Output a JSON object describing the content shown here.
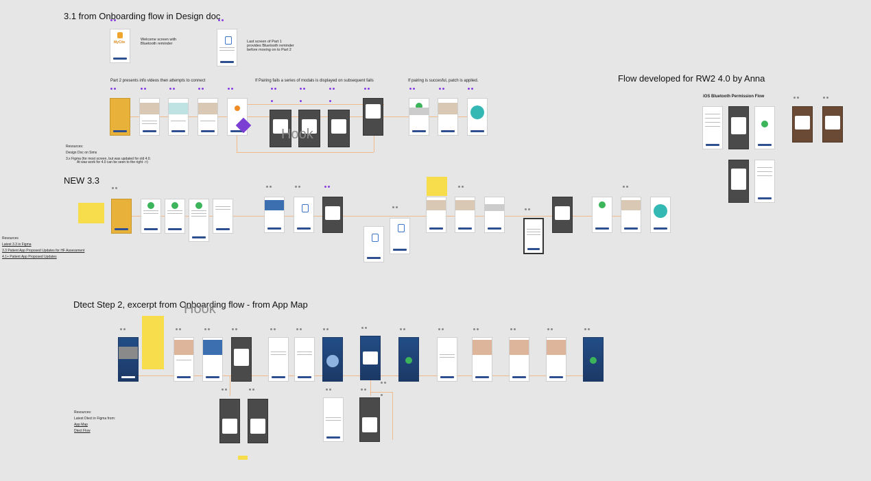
{
  "sections": {
    "s31_title": "3.1 from Onboarding flow in Design doc",
    "rw2_title": "Flow developed for RW2 4.0 by Anna",
    "new33_title": "NEW 3.3",
    "dtect_title": "Dtect Step 2, excerpt from Onboarding flow - from App Map"
  },
  "captions": {
    "welcome": "Welcome screen with\nBluetooth reminder",
    "last_screen": "Last screen of Part 1\nprovides Bluetooth reminder\nbefore moving on to Part 2",
    "part2": "Part 2 presents info videos then attempts to connect",
    "pairing_fail": "If Pairing fails a series of modals is displayed on subsequent fails",
    "pairing_success": "If pairing is succesful, patch is applied.",
    "ios_bt": "iOS Bluetooth Permission Flow"
  },
  "resources_31": {
    "heading": "Resources:",
    "line1": "Design Doc on Sims",
    "line2": "3.x Figma (for most screen, but was updated for old 4.0.",
    "line3": "At was work for 4.0 can be seen to the right ->)"
  },
  "resources_left": {
    "heading": "Resources",
    "link1": "Latest 3.3 in Figma",
    "link2": "3.3 Patient App Proposed Updates for HF Assessment",
    "link3": "4.1+ Patient App Proposed Updates"
  },
  "resources_dtect": {
    "heading": "Resources:",
    "line1": "Latest Dtect in Figma from:",
    "link1": "App Map",
    "link2": "Dtect Flow"
  },
  "hooks": {
    "hook1": "Hook",
    "hook2": "Hook"
  },
  "app": {
    "logo": "MyCite"
  },
  "colors": {
    "background": "#e6e6e6",
    "purple_dots": "#8a3fe0",
    "accent_blue": "#2e4f8f",
    "sticky": "#f7dc4c"
  }
}
